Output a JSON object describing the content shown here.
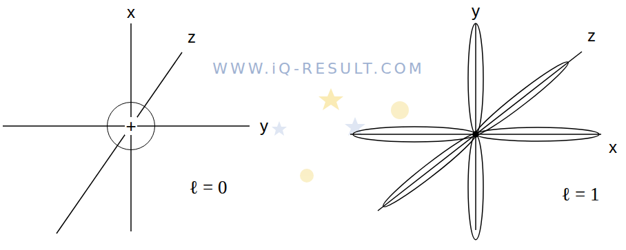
{
  "diagram": {
    "nodes": [
      {
        "text": [
          "+"
        ]
      }
    ],
    "labels": [
      "x",
      "z",
      "y",
      "ℓ = 0",
      "y",
      "z",
      "x",
      "ℓ = 1",
      "WWW.iQ-RESULT.COM"
    ]
  }
}
